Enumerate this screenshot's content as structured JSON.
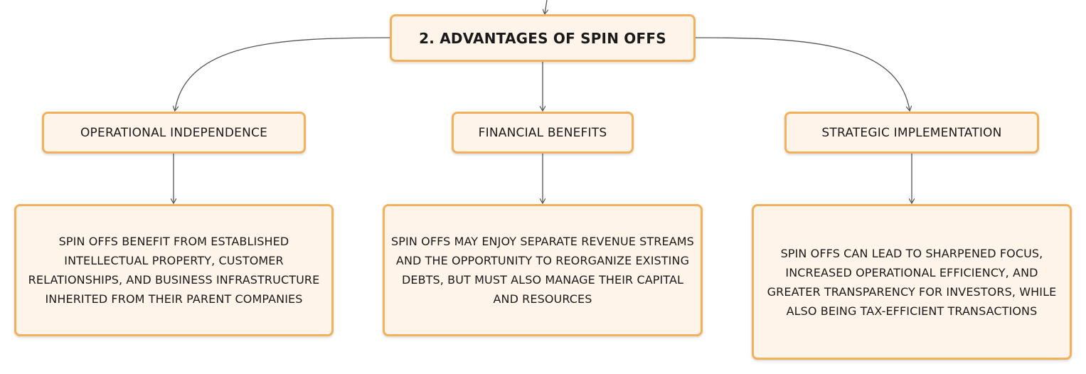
{
  "colors": {
    "node_border": "#F2B15A",
    "node_fill": "#FFF4EA",
    "connector": "#555555",
    "text": "#1a1a1a"
  },
  "title": "2. ADVANTAGES OF SPIN OFFS",
  "branches": [
    {
      "heading": "OPERATIONAL INDEPENDENCE",
      "description": "SPIN OFFS BENEFIT FROM ESTABLISHED INTELLECTUAL PROPERTY, CUSTOMER RELATIONSHIPS, AND BUSINESS INFRASTRUCTURE INHERITED FROM THEIR PARENT COMPANIES"
    },
    {
      "heading": "FINANCIAL BENEFITS",
      "description": "SPIN OFFS MAY ENJOY SEPARATE REVENUE STREAMS AND THE OPPORTUNITY TO REORGANIZE EXISTING DEBTS, BUT MUST ALSO MANAGE THEIR CAPITAL AND RESOURCES"
    },
    {
      "heading": "STRATEGIC IMPLEMENTATION",
      "description": "SPIN OFFS CAN LEAD TO SHARPENED FOCUS, INCREASED OPERATIONAL EFFICIENCY, AND GREATER TRANSPARENCY FOR INVESTORS, WHILE ALSO BEING TAX-EFFICIENT TRANSACTIONS"
    }
  ]
}
